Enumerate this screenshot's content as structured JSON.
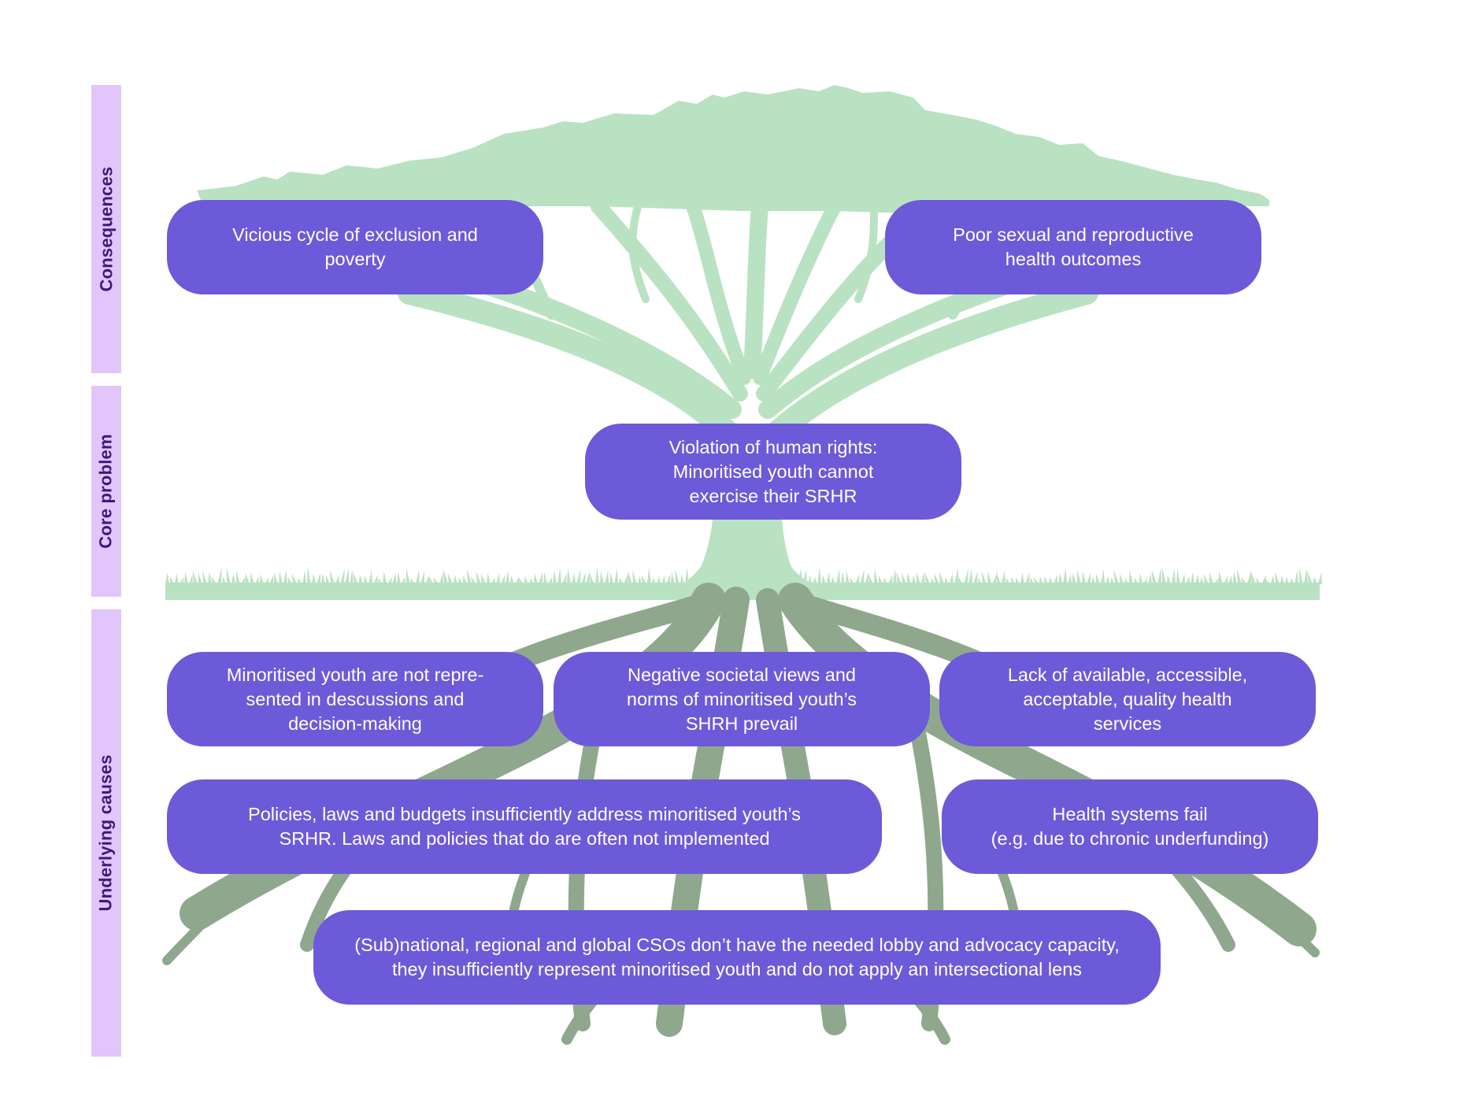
{
  "sections": {
    "consequences": "Consequences",
    "core_problem": "Core problem",
    "underlying_causes": "Underlying causes"
  },
  "nodes": {
    "consequence_exclusion": "Vicious cycle of exclusion and\npoverty",
    "consequence_srh": "Poor sexual and reproductive\nhealth outcomes",
    "core_violation": "Violation of human rights:\nMinoritised youth cannot\nexercise their SRHR",
    "cause_representation": "Minoritised  youth are not repre-\nsented in descussions and\ndecision-making",
    "cause_norms": "Negative societal views and\nnorms of minoritised  youth’s\nSHRH prevail",
    "cause_services": "Lack of available, accessible,\nacceptable, quality health\nservices",
    "cause_policies": "Policies, laws and budgets insufficiently address minoritised  youth’s\nSRHR. Laws and policies that do are often not implemented",
    "cause_health_systems": "Health systems fail\n(e.g. due to chronic underfunding)",
    "cause_csos": "(Sub)national, regional and global CSOs don’t have the needed lobby and advocacy capacity,\nthey insufficiently represent minoritised  youth and do not apply an intersectional lens"
  },
  "colors": {
    "canopy": "#b9e2c2",
    "roots": "#8fa88d",
    "node_fill": "#6c5ad9",
    "node_text": "#ffffff",
    "band_fill": "#e1c5fb",
    "band_text": "#3d1a78"
  }
}
